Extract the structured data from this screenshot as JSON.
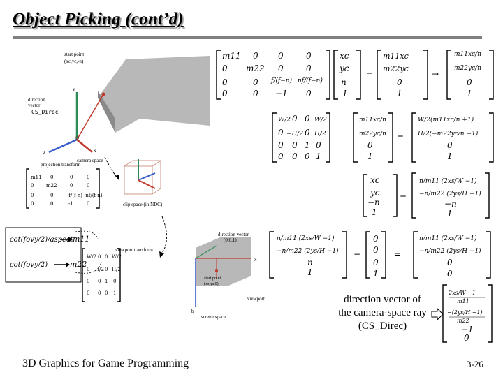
{
  "title": "Object Picking (cont’d)",
  "footer": {
    "left": "3D Graphics for Game Programming",
    "right": "3-26"
  },
  "caption": {
    "line1": "direction vector of",
    "line2": "the camera-space ray",
    "line3": "(CS_Direc)"
  },
  "figure_left": {
    "start_point_label": "start point",
    "start_point_coords": "(xc,yc,-n)",
    "direction_vector_label": "direction",
    "direction_vector_label2": "vector",
    "cs_direc_label": "CS_Direc",
    "camera_space_label": "camera space",
    "projection_transform_label": "projection transform",
    "clip_space_label": "clip space (in NDC)",
    "viewport_transform_label": "viewport transform",
    "screen_space_label": "screen space",
    "viewport_label": "viewport",
    "start_point_screen": "start point",
    "start_point_screen_coords": "(xs,ys,0)",
    "direction_vector_screen": "direction vector",
    "direction_vector_screen_coords": "(0,0,1)",
    "cot_a": "cot(fovy/2)/aspect",
    "m11": "m11",
    "cot_b": "cot(fovy/2)",
    "m22": "m22"
  },
  "colors": {
    "rule": "#808080",
    "plane": "#b8b8b8",
    "axis_red": "#c0392b",
    "axis_green": "#2e8b57",
    "axis_blue": "#3a5fcd",
    "arrow": "#000000"
  }
}
